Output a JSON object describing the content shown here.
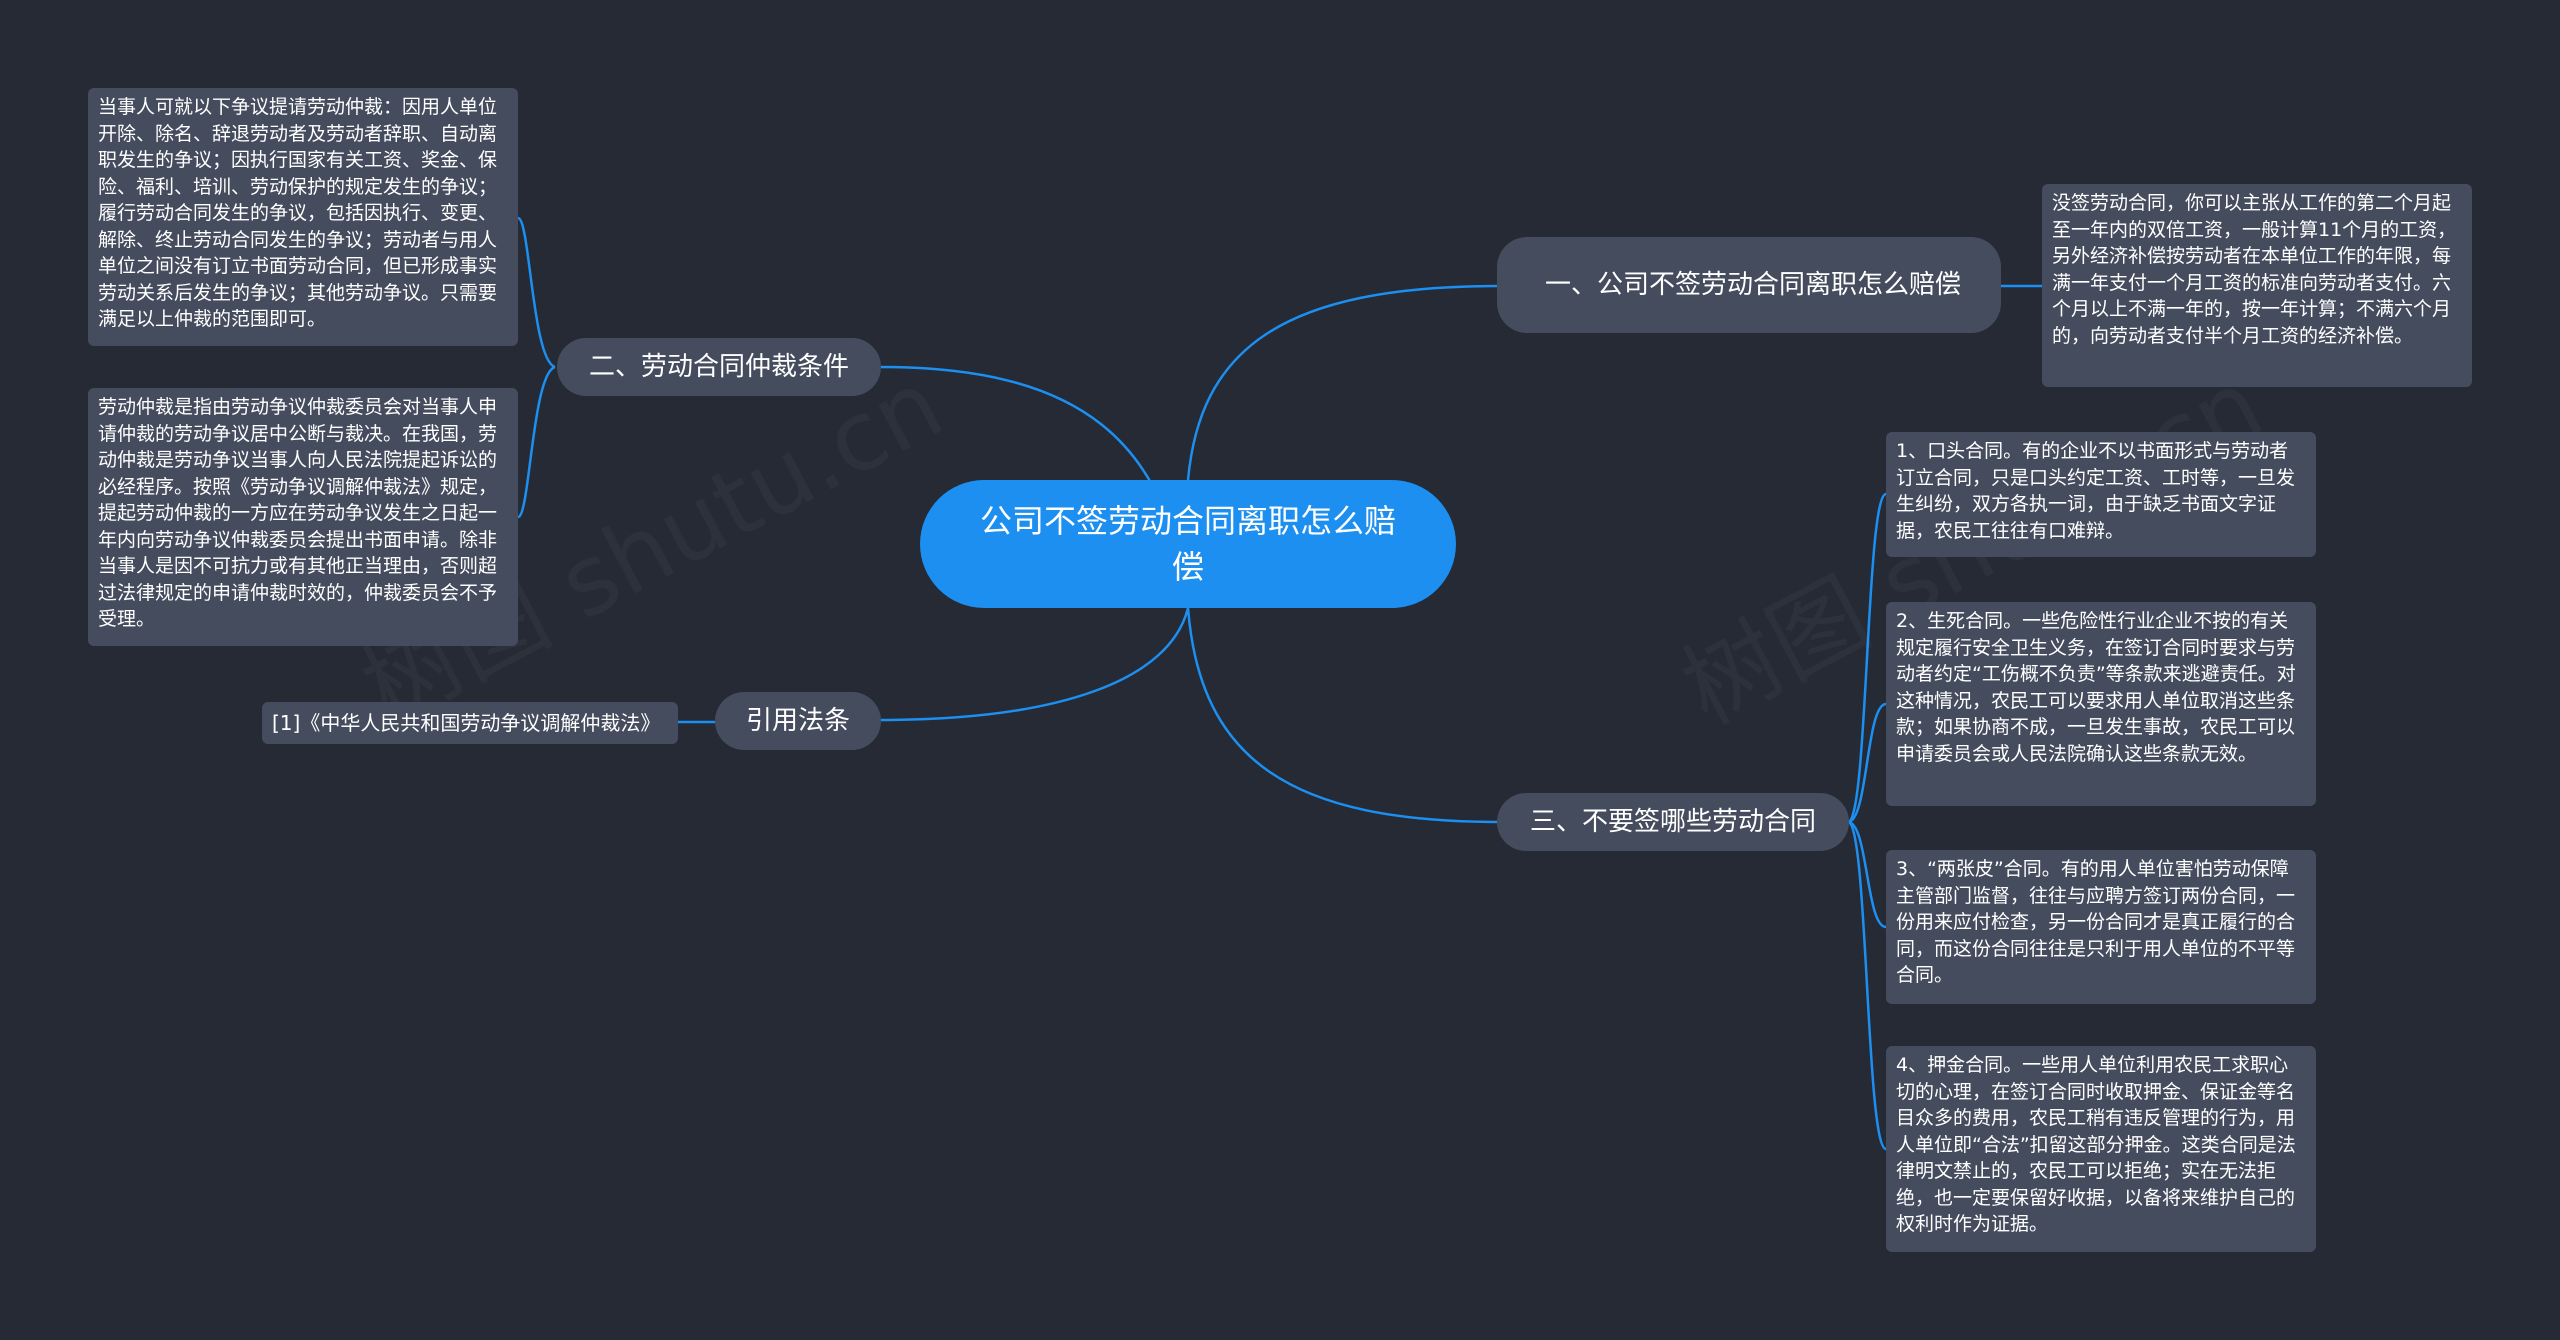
{
  "central": {
    "title": "公司不签劳动合同离职怎么赔偿"
  },
  "branches": {
    "b1": {
      "label": "一、公司不签劳动合同离职怎么赔偿",
      "leaves": [
        "没签劳动合同，你可以主张从工作的第二个月起至一年内的双倍工资，一般计算11个月的工资，另外经济补偿按劳动者在本单位工作的年限，每满一年支付一个月工资的标准向劳动者支付。六个月以上不满一年的，按一年计算；不满六个月的，向劳动者支付半个月工资的经济补偿。"
      ]
    },
    "b2": {
      "label": "二、劳动合同仲裁条件",
      "leaves": [
        "当事人可就以下争议提请劳动仲裁：因用人单位开除、除名、辞退劳动者及劳动者辞职、自动离职发生的争议；因执行国家有关工资、奖金、保险、福利、培训、劳动保护的规定发生的争议；履行劳动合同发生的争议，包括因执行、变更、解除、终止劳动合同发生的争议；劳动者与用人单位之间没有订立书面劳动合同，但已形成事实劳动关系后发生的争议；其他劳动争议。只需要满足以上仲裁的范围即可。",
        "劳动仲裁是指由劳动争议仲裁委员会对当事人申请仲裁的劳动争议居中公断与裁决。在我国，劳动仲裁是劳动争议当事人向人民法院提起诉讼的必经程序。按照《劳动争议调解仲裁法》规定，提起劳动仲裁的一方应在劳动争议发生之日起一年内向劳动争议仲裁委员会提出书面申请。除非当事人是因不可抗力或有其他正当理由，否则超过法律规定的申请仲裁时效的，仲裁委员会不予受理。"
      ]
    },
    "b3": {
      "label": "三、不要签哪些劳动合同",
      "leaves": [
        "1、口头合同。有的企业不以书面形式与劳动者订立合同，只是口头约定工资、工时等，一旦发生纠纷，双方各执一词，由于缺乏书面文字证据，农民工往往有口难辩。",
        "2、生死合同。一些危险性行业企业不按的有关规定履行安全卫生义务，在签订合同时要求与劳动者约定“工伤概不负责”等条款来逃避责任。对这种情况，农民工可以要求用人单位取消这些条款；如果协商不成，一旦发生事故，农民工可以申请委员会或人民法院确认这些条款无效。",
        "3、“两张皮”合同。有的用人单位害怕劳动保障主管部门监督，往往与应聘方签订两份合同，一份用来应付检查，另一份合同才是真正履行的合同，而这份合同往往是只利于用人单位的不平等合同。",
        "4、押金合同。一些用人单位利用农民工求职心切的心理，在签订合同时收取押金、保证金等名目众多的费用，农民工稍有违反管理的行为，用人单位即“合法”扣留这部分押金。这类合同是法律明文禁止的，农民工可以拒绝；实在无法拒绝，也一定要保留好收据，以备将来维护自己的权利时作为证据。"
      ]
    },
    "b4": {
      "label": "引用法条",
      "leaves": [
        "[1]《中华人民共和国劳动争议调解仲裁法》"
      ]
    }
  },
  "watermark": "树图 shutu.cn",
  "colors": {
    "background": "#252a35",
    "central_fill": "#1c8ff0",
    "node_fill": "#454c5e",
    "connector": "#1c8ff0",
    "text": "#ffffff"
  }
}
